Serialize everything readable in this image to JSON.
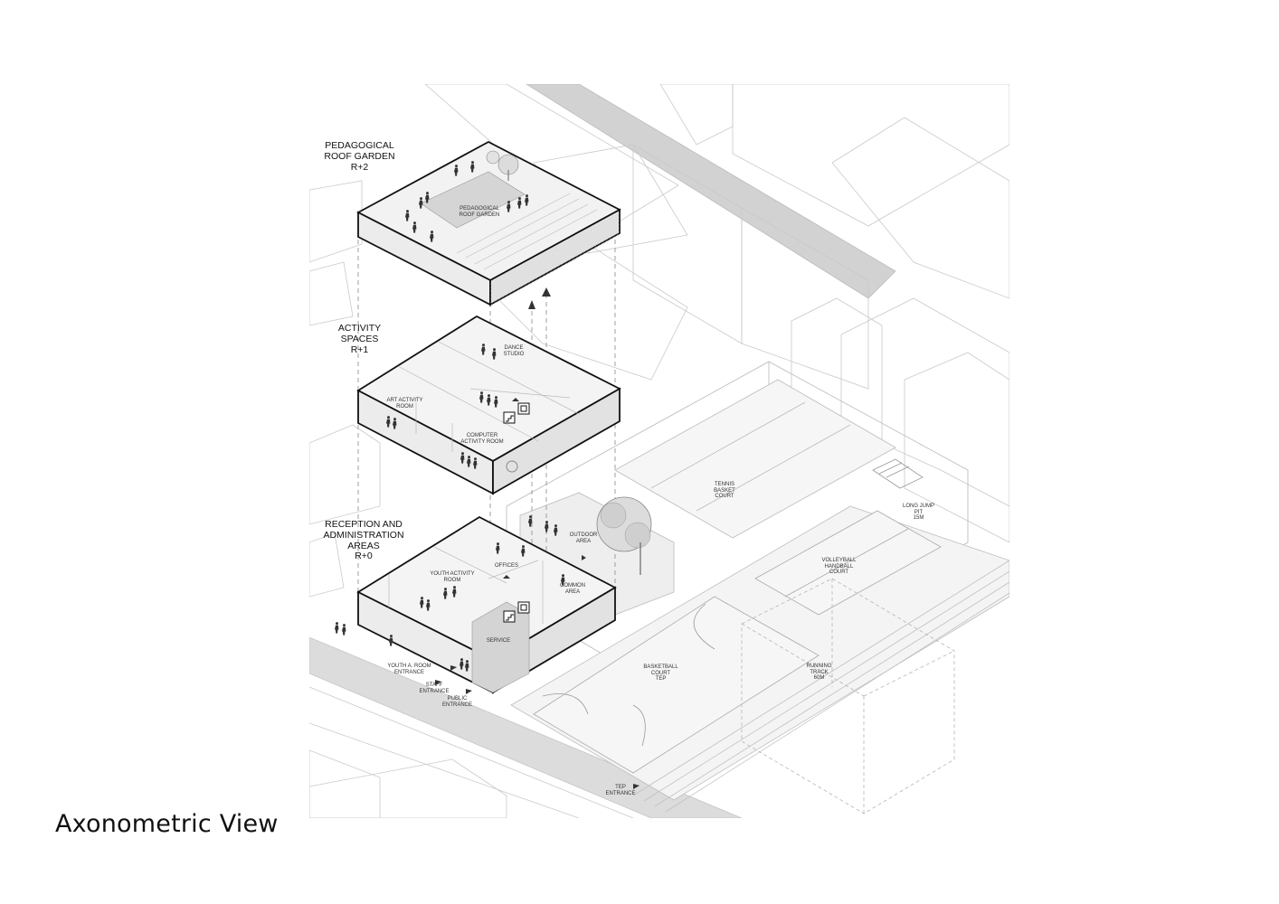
{
  "title": "Axonometric View",
  "levels": [
    {
      "id": "r2",
      "label": "PEDAGOGICAL\nROOF GARDEN\nR+2"
    },
    {
      "id": "r1",
      "label": "ACTIVITY\nSPACES\nR+1"
    },
    {
      "id": "r0",
      "label": "RECEPTION AND\nADMINISTRATION\nAREAS\nR+0"
    }
  ],
  "rooms": {
    "roof_garden": "PEDAGOGICAL\nROOF GARDEN",
    "dance_studio": "DANCE\nSTUDIO",
    "art_room": "ART ACTIVITY\nROOM",
    "computer_room": "COMPUTER\nACTIVITY ROOM",
    "offices": "OFFICES",
    "youth_room": "YOUTH ACTIVITY\nROOM",
    "common_area": "COMMON\nAREA",
    "service": "SERVICE",
    "outdoor_area": "OUTDOOR\nAREA"
  },
  "entrances": {
    "youth": "YOUTH A. ROOM\nENTRANCE",
    "staff": "STAFF\nENTRANCE",
    "public": "PUBLIC\nENTRANCE",
    "tep": "TEP\nENTRANCE"
  },
  "sports": {
    "tennis": "TENNIS\nBASKET\nCOURT",
    "long_jump": "LONG JUMP\nPIT\n15M",
    "volleyball": "VOLLEYBALL\nHANDBALL\nCOURT",
    "basketball": "BASKETBALL\nCOURT\nTEP",
    "running": "RUNNING\nTRACK\n60M"
  },
  "colors": {
    "line": "#111111",
    "context": "#c9c9c9",
    "road": "#dcdcdc",
    "court": "#f2f2f2"
  },
  "icons": [
    "person-figure-icon",
    "tree-icon",
    "stairs-icon",
    "elevator-icon",
    "entrance-arrow-icon",
    "up-arrow-icon"
  ]
}
